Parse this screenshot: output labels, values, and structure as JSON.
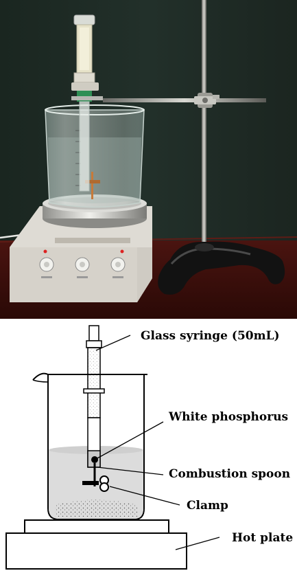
{
  "photo": {
    "description_tags": [
      "stir-plate-icon",
      "beaker-icon",
      "syringe-icon",
      "ring-stand-icon"
    ],
    "colors": {
      "background": "#1f2a22",
      "table": "#3a0f0c",
      "plate_body": "#d9d6cf",
      "stand_base": "#151515",
      "syringe_band": "#2f8f55"
    }
  },
  "diagram": {
    "labels": {
      "syringe": "Glass syringe (50mL)",
      "phosphorus": "White phosphorus",
      "spoon": "Combustion spoon",
      "clamp": "Clamp",
      "hotplate": "Hot plate"
    }
  }
}
